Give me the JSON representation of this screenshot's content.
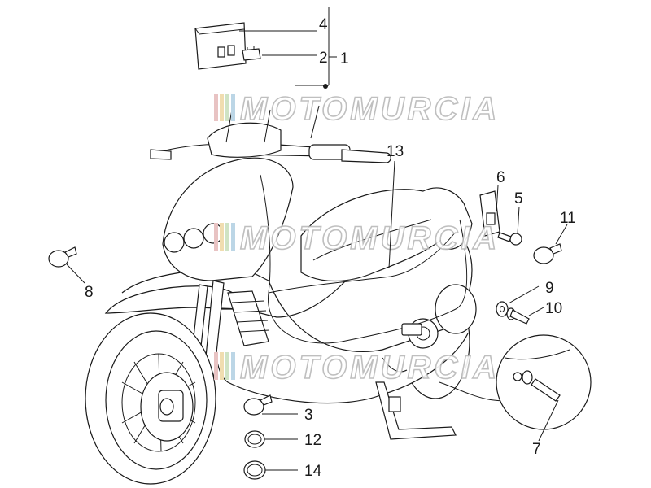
{
  "callouts": {
    "c1": "1",
    "c2": "2",
    "c3": "3",
    "c4": "4",
    "c5": "5",
    "c6": "6",
    "c7": "7",
    "c8": "8",
    "c9": "9",
    "c10": "10",
    "c11": "11",
    "c12": "12",
    "c13": "13",
    "c14": "14"
  },
  "watermark": {
    "text": "MOTOMURCIA",
    "stripe_colors": [
      "#e8c3c3",
      "#f0ddb0",
      "#cfe3c4",
      "#bcd6e6"
    ]
  },
  "colors": {
    "line": "#1a1a1a",
    "watermark_outline": "#b9b9b9"
  }
}
